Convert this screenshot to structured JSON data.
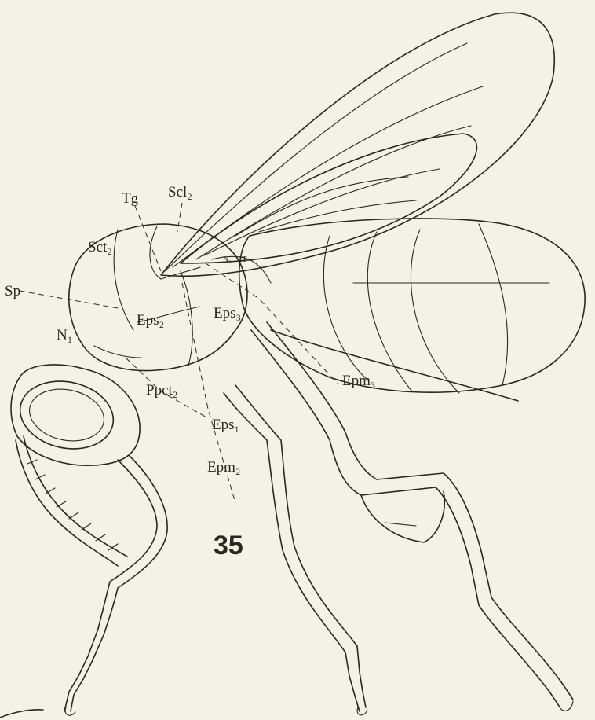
{
  "figure_number": "35",
  "labels": {
    "tg": "Tg",
    "scl2": "Scl₂",
    "sct2": "Sct₂",
    "sp": "Sp",
    "n1": "N₁",
    "n3": "N₃",
    "it": "IT",
    "eps2": "Eps₂",
    "eps3": "Eps₃",
    "ppct2": "Ppct₂",
    "eps1": "Eps₁",
    "epm3": "Epm₃",
    "epm2": "Epm₂"
  }
}
